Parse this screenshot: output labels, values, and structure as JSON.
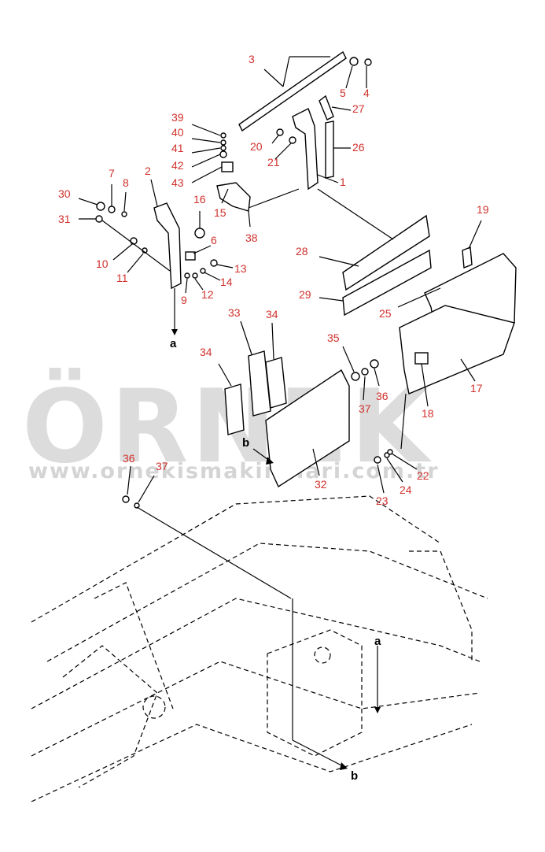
{
  "watermark": {
    "brand": "ÖRNEK",
    "url": "www.ornekismakinalari.com.tr",
    "accent": "#f2c300"
  },
  "colors": {
    "label": "#d0312d",
    "line": "#000000",
    "watermark": "#dcdcdc"
  },
  "parts": [
    {
      "id": "p1",
      "label": "1"
    },
    {
      "id": "p2",
      "label": "2"
    },
    {
      "id": "p3",
      "label": "3"
    },
    {
      "id": "p4",
      "label": "4"
    },
    {
      "id": "p5",
      "label": "5"
    },
    {
      "id": "p6",
      "label": "6"
    },
    {
      "id": "p7",
      "label": "7"
    },
    {
      "id": "p8",
      "label": "8"
    },
    {
      "id": "p9",
      "label": "9"
    },
    {
      "id": "p10",
      "label": "10"
    },
    {
      "id": "p11",
      "label": "11"
    },
    {
      "id": "p12",
      "label": "12"
    },
    {
      "id": "p13",
      "label": "13"
    },
    {
      "id": "p14",
      "label": "14"
    },
    {
      "id": "p15",
      "label": "15"
    },
    {
      "id": "p16",
      "label": "16"
    },
    {
      "id": "p17",
      "label": "17"
    },
    {
      "id": "p18",
      "label": "18"
    },
    {
      "id": "p19",
      "label": "19"
    },
    {
      "id": "p20",
      "label": "20"
    },
    {
      "id": "p21",
      "label": "21"
    },
    {
      "id": "p22",
      "label": "22"
    },
    {
      "id": "p23",
      "label": "23"
    },
    {
      "id": "p24",
      "label": "24"
    },
    {
      "id": "p25",
      "label": "25"
    },
    {
      "id": "p26",
      "label": "26"
    },
    {
      "id": "p27",
      "label": "27"
    },
    {
      "id": "p28",
      "label": "28"
    },
    {
      "id": "p29",
      "label": "29"
    },
    {
      "id": "p30",
      "label": "30"
    },
    {
      "id": "p31",
      "label": "31"
    },
    {
      "id": "p32",
      "label": "32"
    },
    {
      "id": "p33",
      "label": "33"
    },
    {
      "id": "p34a",
      "label": "34"
    },
    {
      "id": "p34b",
      "label": "34"
    },
    {
      "id": "p35",
      "label": "35"
    },
    {
      "id": "p36a",
      "label": "36"
    },
    {
      "id": "p36b",
      "label": "36"
    },
    {
      "id": "p37a",
      "label": "37"
    },
    {
      "id": "p37b",
      "label": "37"
    },
    {
      "id": "p38",
      "label": "38"
    },
    {
      "id": "p39",
      "label": "39"
    },
    {
      "id": "p40",
      "label": "40"
    },
    {
      "id": "p41",
      "label": "41"
    },
    {
      "id": "p42",
      "label": "42"
    },
    {
      "id": "p43",
      "label": "43"
    }
  ],
  "refs": [
    {
      "id": "a1",
      "label": "a"
    },
    {
      "id": "a2",
      "label": "a"
    },
    {
      "id": "b1",
      "label": "b"
    },
    {
      "id": "b2",
      "label": "b"
    }
  ]
}
